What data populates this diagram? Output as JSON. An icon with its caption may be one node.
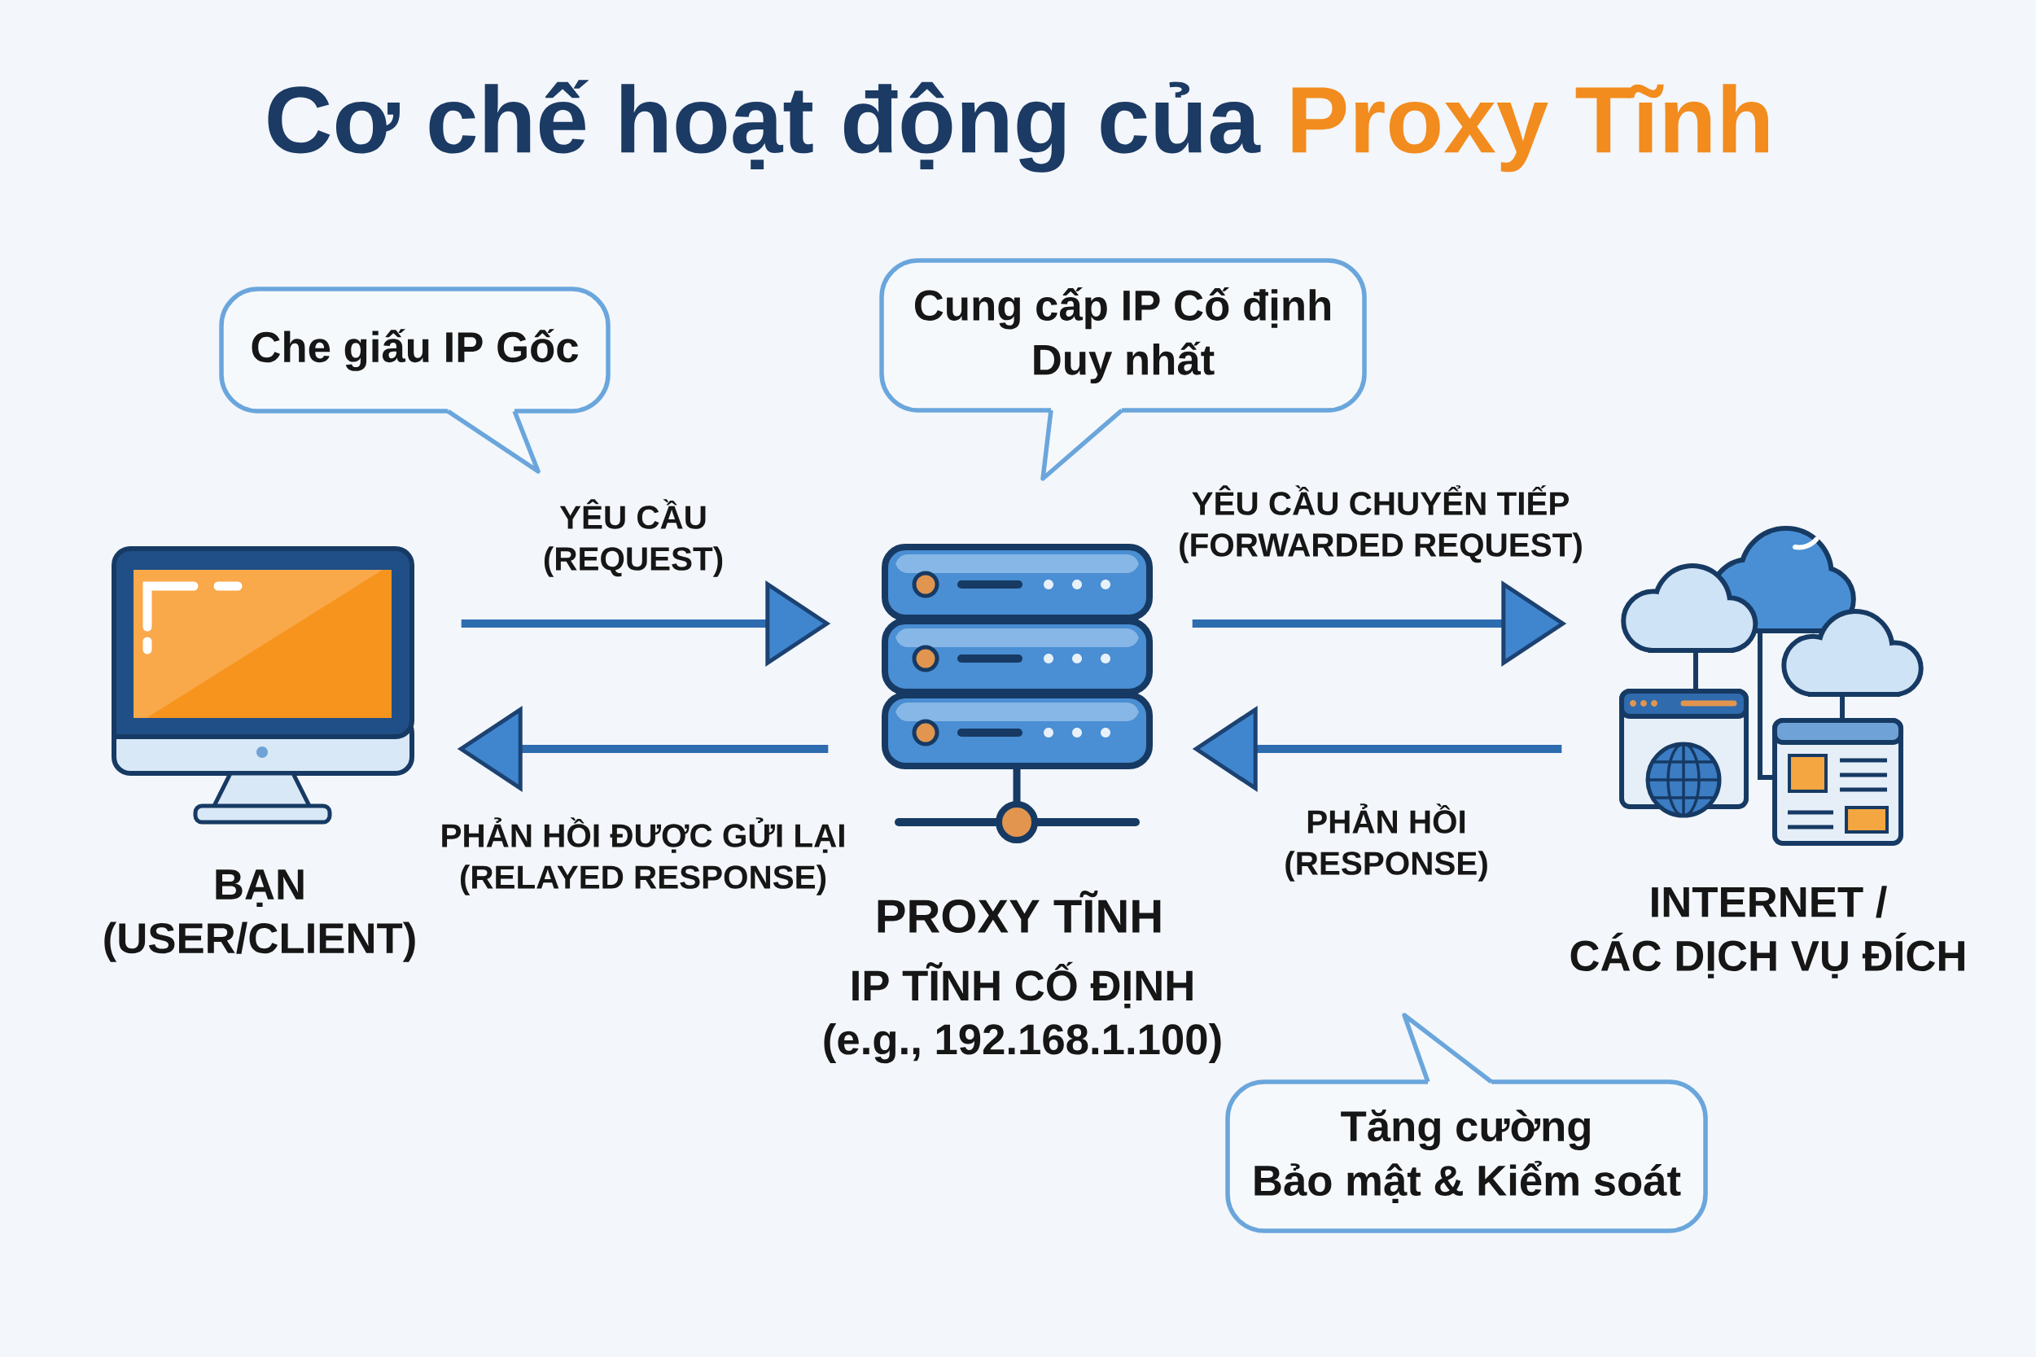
{
  "diagram": {
    "title": "Cơ chế hoạt động của **Proxy Tĩnh**",
    "nodes": [
      {
        "text": [
          "Che giấu IP Gốc"
        ]
      },
      {
        "text": [
          "Cung cấp IP Cố định Duy nhất"
        ]
      },
      {
        "text": [],
        "shape": "picture",
        "beside": [
          "BẠN (USER/CLIENT)"
        ]
      },
      {
        "text": [],
        "shape": "picture",
        "beside": [
          "PROXY TĨNH",
          "IP TĨNH CỐ ĐỊNH (e.g., 192.168.1.100)"
        ]
      },
      {
        "text": [],
        "shape": "picture",
        "beside": [
          "INTERNET / CÁC DỊCH VỤ ĐÍCH"
        ]
      },
      {
        "text": [
          "Tăng cường Bảo mật & Kiểm soát"
        ]
      }
    ],
    "edges": [
      {
        "from": 2,
        "to": 3,
        "arrow": "to",
        "label": "YÊU CẦU (REQUEST)"
      },
      {
        "from": 3,
        "to": 4,
        "arrow": "to",
        "label": "YÊU CẦU CHUYỂN TIẾP (FORWARDED REQUEST)"
      },
      {
        "from": 3,
        "to": 2,
        "arrow": "to",
        "label": "PHẢN HỒI ĐƯỢC GỬI LẠI (RELAYED RESPONSE)"
      },
      {
        "from": 4,
        "to": 3,
        "arrow": "to",
        "label": "PHẢN HỒI (RESPONSE)"
      }
    ]
  }
}
